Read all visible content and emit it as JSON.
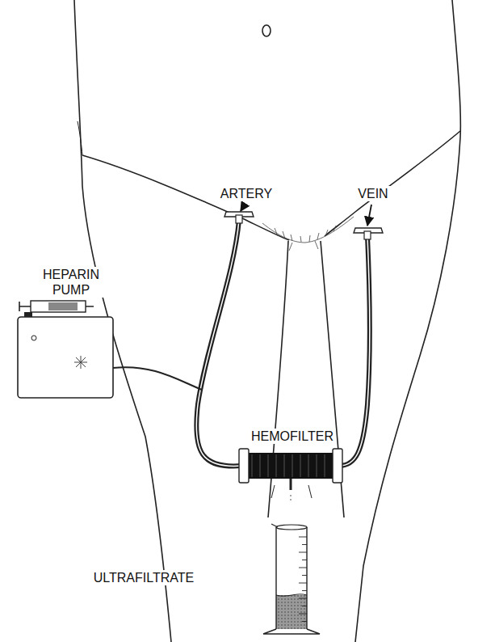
{
  "diagram": {
    "labels": [
      "ARTERY",
      "VEIN",
      "HEPARIN PUMP",
      "HEMOFILTER",
      "ULTRAFILTRATE"
    ]
  }
}
